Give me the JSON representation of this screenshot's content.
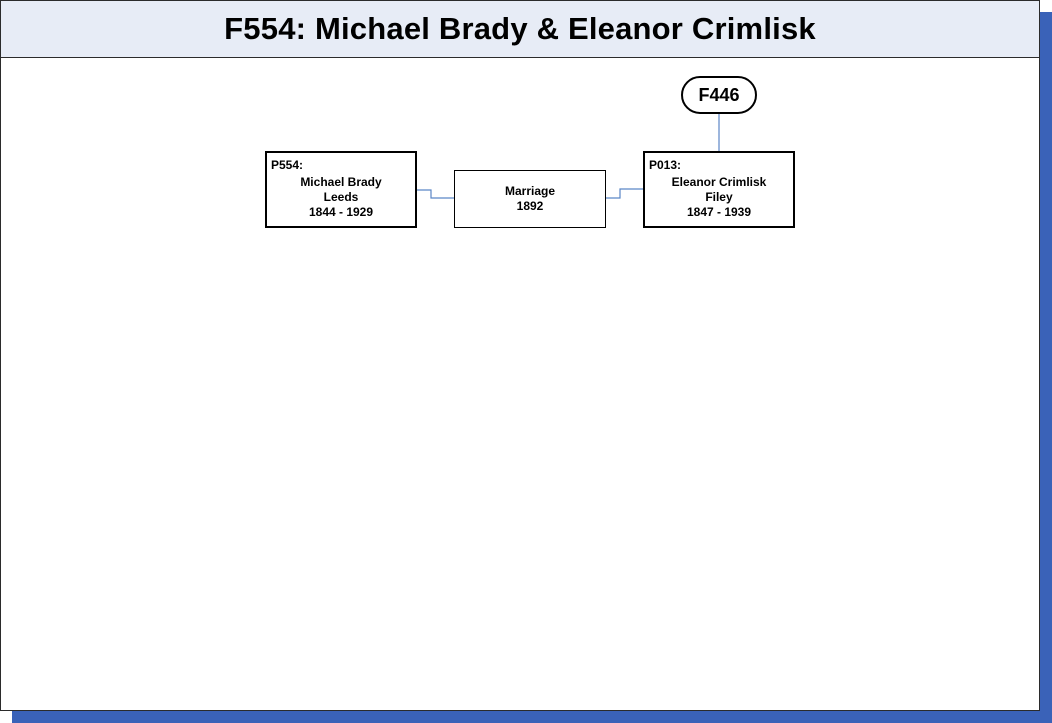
{
  "title": "F554: Michael Brady & Eleanor Crimlisk",
  "parent_family": {
    "id": "F446"
  },
  "husband": {
    "id": "P554:",
    "name": "Michael Brady",
    "place": "Leeds",
    "dates": "1844 - 1929"
  },
  "marriage": {
    "label": "Marriage",
    "year": "1892"
  },
  "wife": {
    "id": "P013:",
    "name": "Eleanor Crimlisk",
    "place": "Filey",
    "dates": "1847 - 1939"
  },
  "colors": {
    "shadow": "#3a62b8",
    "title_bar": "#e7ecf6",
    "connector": "#5b86c6"
  }
}
